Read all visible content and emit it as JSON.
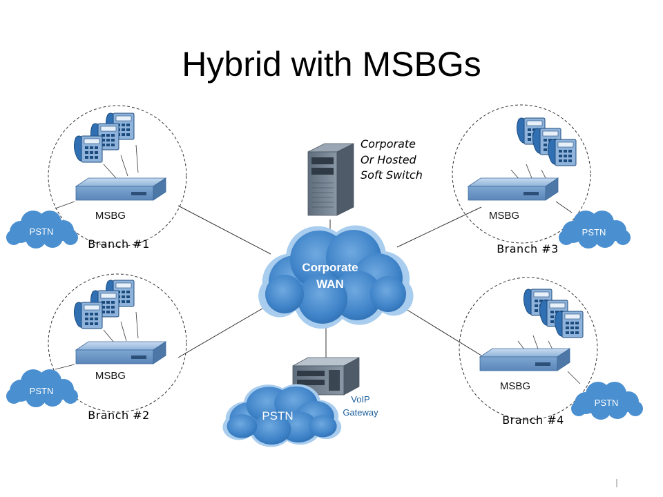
{
  "title": "Hybrid with MSBGs",
  "core": {
    "wan_line1": "Corporate",
    "wan_line2": "WAN",
    "softswitch_line1": "Corporate",
    "softswitch_line2": "Or Hosted",
    "softswitch_line3": "Soft Switch"
  },
  "gateway": {
    "label_line1": "VoIP",
    "label_line2": "Gateway",
    "pstn": "PSTN"
  },
  "branches": [
    {
      "name": "Branch #1",
      "device": "MSBG",
      "pstn": "PSTN"
    },
    {
      "name": "Branch #2",
      "device": "MSBG",
      "pstn": "PSTN"
    },
    {
      "name": "Branch #3",
      "device": "MSBG",
      "pstn": "PSTN"
    },
    {
      "name": "Branch #4",
      "device": "MSBG",
      "pstn": "PSTN"
    }
  ],
  "colors": {
    "cloud": "#4a8fd0",
    "cloud_light": "#a9cdee",
    "device": "#7ea6d2",
    "server": "#6f7d8c"
  }
}
